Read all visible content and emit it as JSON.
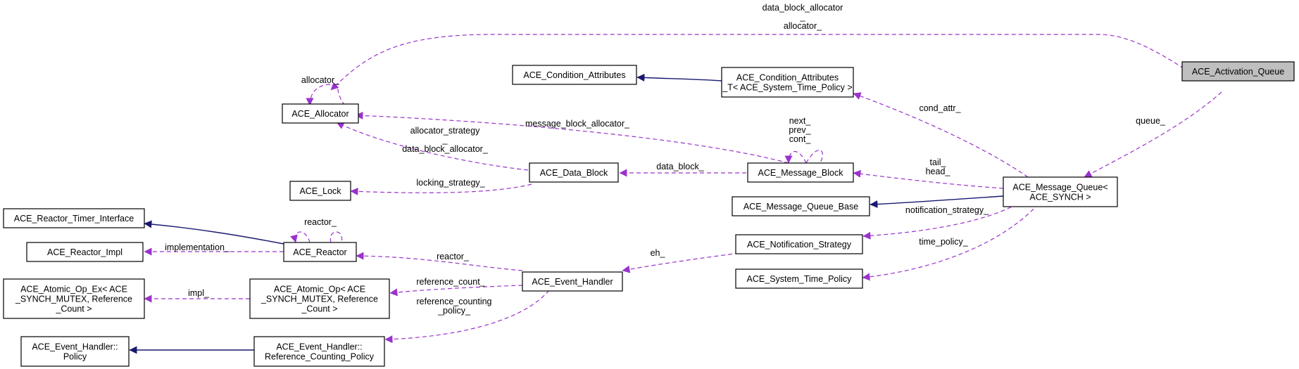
{
  "nodes": {
    "activation_queue": {
      "lines": [
        "ACE_Activation_Queue"
      ]
    },
    "allocator": {
      "lines": [
        "ACE_Allocator"
      ]
    },
    "condition_attributes": {
      "lines": [
        "ACE_Condition_Attributes"
      ]
    },
    "condition_attributes_t": {
      "lines": [
        "ACE_Condition_Attributes",
        "_T< ACE_System_Time_Policy >"
      ]
    },
    "message_queue": {
      "lines": [
        "ACE_Message_Queue<",
        "ACE_SYNCH >"
      ]
    },
    "message_block": {
      "lines": [
        "ACE_Message_Block"
      ]
    },
    "data_block": {
      "lines": [
        "ACE_Data_Block"
      ]
    },
    "lock": {
      "lines": [
        "ACE_Lock"
      ]
    },
    "message_queue_base": {
      "lines": [
        "ACE_Message_Queue_Base"
      ]
    },
    "reactor_timer_interface": {
      "lines": [
        "ACE_Reactor_Timer_Interface"
      ]
    },
    "reactor": {
      "lines": [
        "ACE_Reactor"
      ]
    },
    "reactor_impl": {
      "lines": [
        "ACE_Reactor_Impl"
      ]
    },
    "notification_strategy": {
      "lines": [
        "ACE_Notification_Strategy"
      ]
    },
    "event_handler": {
      "lines": [
        "ACE_Event_Handler"
      ]
    },
    "system_time_policy": {
      "lines": [
        "ACE_System_Time_Policy"
      ]
    },
    "atomic_op_ex": {
      "lines": [
        "ACE_Atomic_Op_Ex< ACE",
        "_SYNCH_MUTEX, Reference",
        "_Count >"
      ]
    },
    "atomic_op": {
      "lines": [
        "ACE_Atomic_Op< ACE",
        "_SYNCH_MUTEX, Reference",
        "_Count >"
      ]
    },
    "event_handler_policy": {
      "lines": [
        "ACE_Event_Handler::",
        "Policy"
      ]
    },
    "reference_counting_policy": {
      "lines": [
        "ACE_Event_Handler::",
        "Reference_Counting_Policy"
      ]
    }
  },
  "edge_labels": {
    "data_block_allocator_top": [
      "data_block_allocator",
      "_",
      "allocator_"
    ],
    "allocator_self": [
      "allocator_"
    ],
    "queue": [
      "queue_"
    ],
    "cond_attr": [
      "cond_attr_"
    ],
    "message_block_allocator": [
      "message_block_allocator_"
    ],
    "allocator_strategy": [
      "allocator_strategy",
      "_",
      "data_block_allocator_"
    ],
    "message_block_self": [
      "next_",
      "prev_",
      "cont_"
    ],
    "tail_head": [
      "tail_",
      "head_"
    ],
    "data_block": [
      "data_block_"
    ],
    "locking_strategy": [
      "locking_strategy_"
    ],
    "notification_strategy": [
      "notification_strategy_"
    ],
    "reactor_self": [
      "reactor_"
    ],
    "implementation": [
      "implementation_"
    ],
    "reactor_from_handler": [
      "reactor_"
    ],
    "eh": [
      "eh_"
    ],
    "time_policy": [
      "time_policy_"
    ],
    "reference_count": [
      "reference_count_"
    ],
    "impl": [
      "impl_"
    ],
    "reference_counting_policy": [
      "reference_counting",
      "_policy_"
    ]
  }
}
